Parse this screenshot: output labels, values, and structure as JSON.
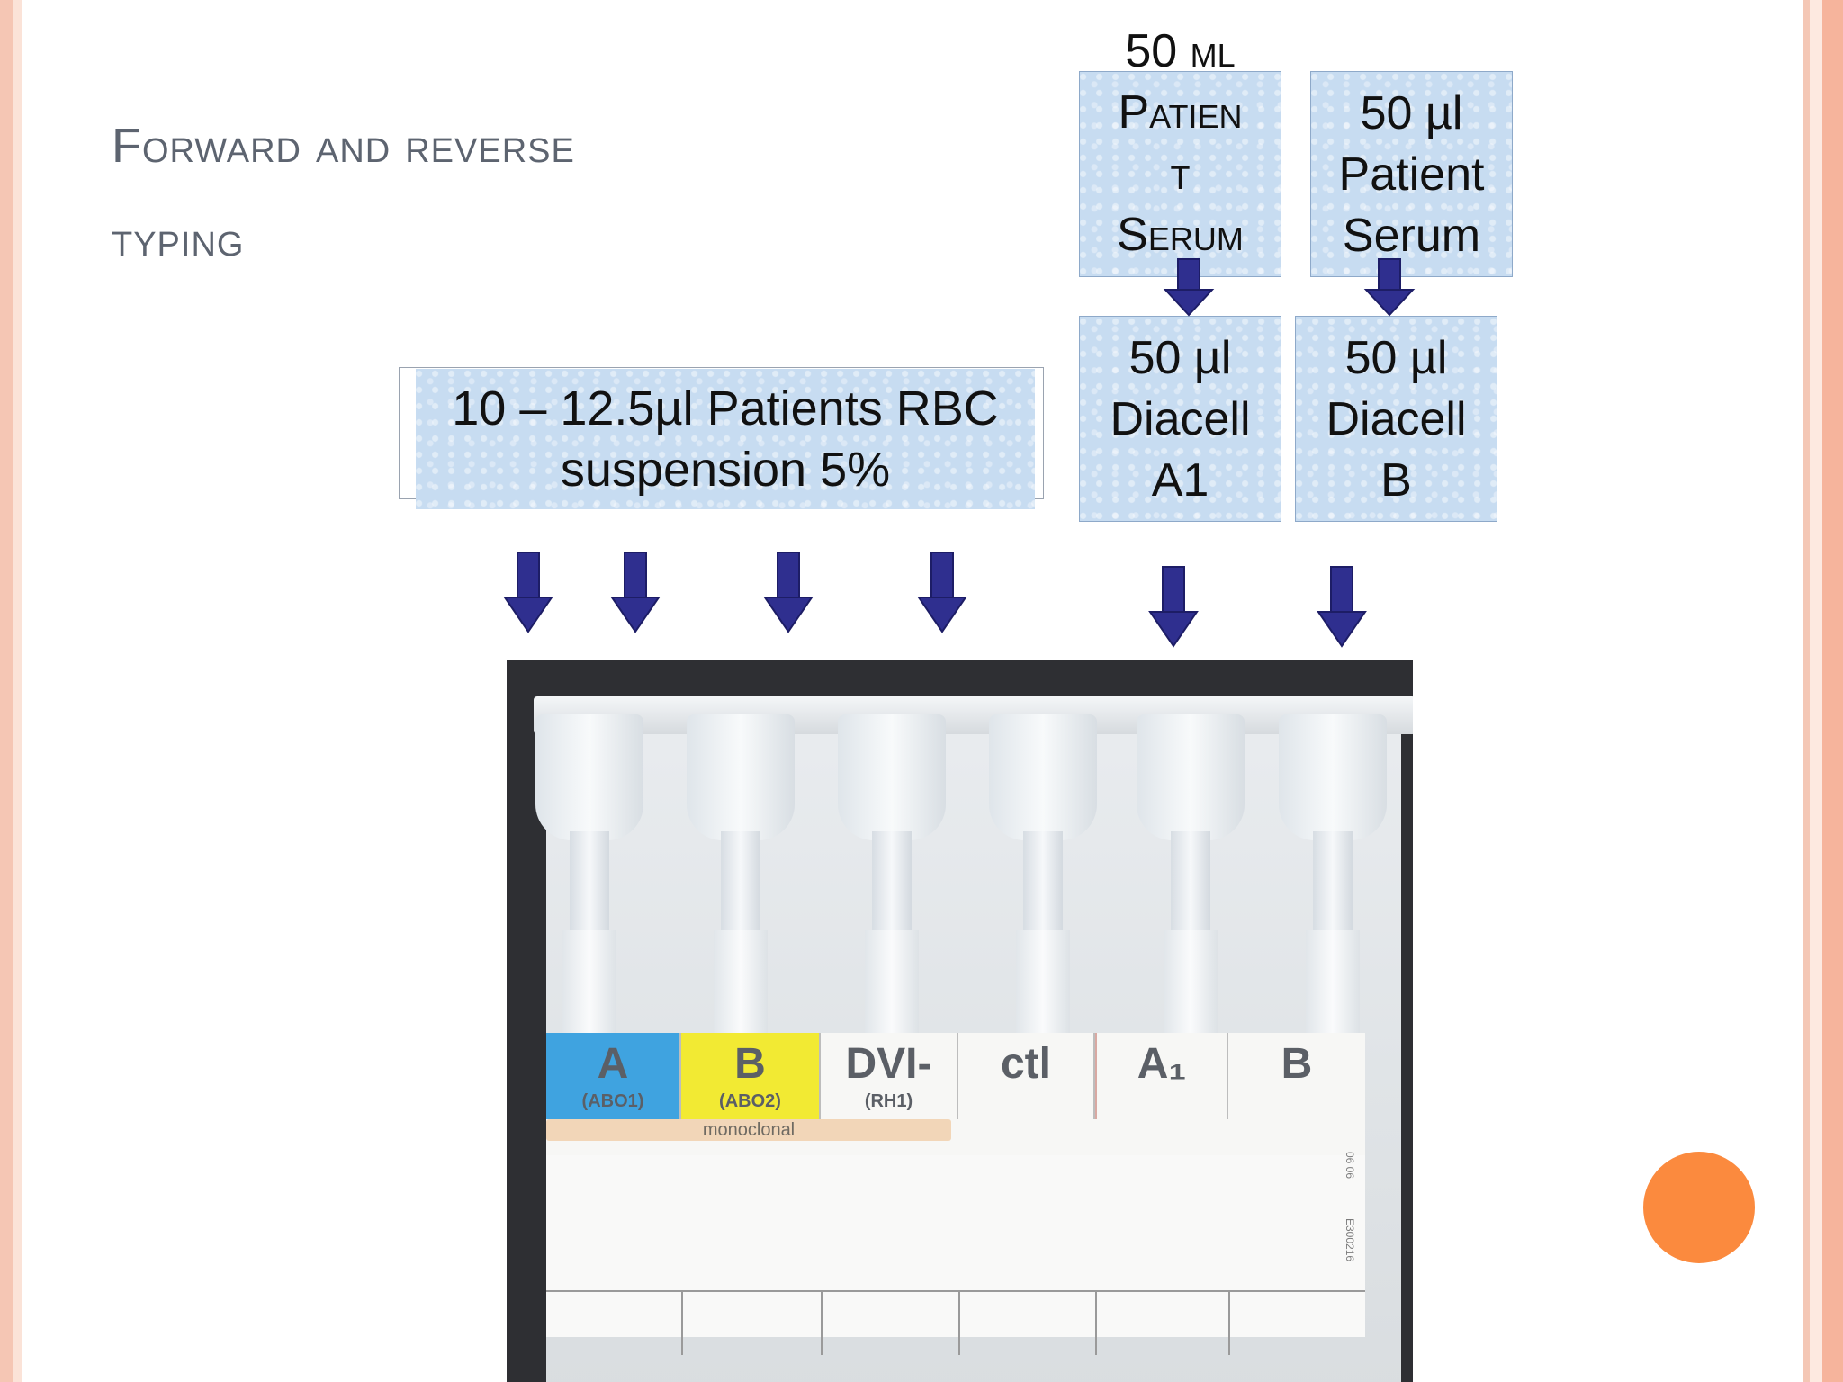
{
  "slide": {
    "title_line1": "Forward and reverse",
    "title_line2": "typing"
  },
  "boxes": {
    "serum1": {
      "line1": "50 ml",
      "line2": "Patien",
      "line3": "t",
      "line4": "Serum"
    },
    "serum2": {
      "line1": "50 µl",
      "line2": "Patient",
      "line3": "Serum"
    },
    "diacell_a1": {
      "line1": "50 µl",
      "line2": "Diacell",
      "line3": "A1"
    },
    "diacell_b": {
      "line1": "50 µl",
      "line2": "Diacell",
      "line3": "B"
    },
    "rbc": {
      "line1": "10 – 12.5µl Patients RBC",
      "line2": "suspension 5%"
    }
  },
  "card": {
    "labels": [
      {
        "big": "A",
        "sub": "(ABO1)",
        "color": "#3fa3e0"
      },
      {
        "big": "B",
        "sub": "(ABO2)",
        "color": "#f2ea33"
      },
      {
        "big": "DVI-",
        "sub": "(RH1)",
        "color": "#f7f7f5"
      },
      {
        "big": "ctl",
        "sub": "",
        "color": "#f7f7f5"
      },
      {
        "big": "A₁",
        "sub": "",
        "color": "#f7f7f5"
      },
      {
        "big": "B",
        "sub": "",
        "color": "#f7f7f5"
      }
    ],
    "monoclonal": "monoclonal",
    "code1": "E300216",
    "code2": "06 06"
  },
  "colors": {
    "accent_orange": "#fb8a3e",
    "box_blue": "#c7dcf1",
    "arrow_blue": "#2f2f8f"
  }
}
